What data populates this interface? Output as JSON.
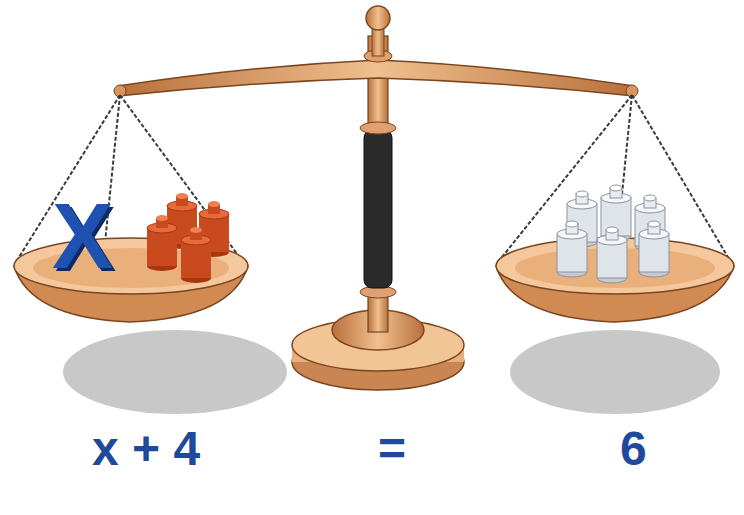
{
  "diagram": {
    "labels": [
      "X",
      "x + 4",
      "=",
      "6"
    ]
  }
}
